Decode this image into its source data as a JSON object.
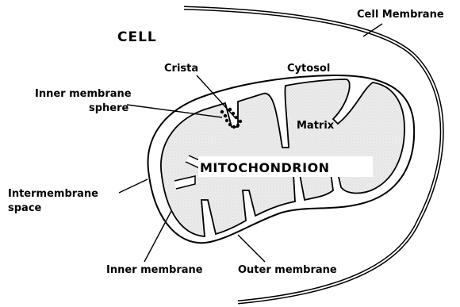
{
  "diagram": {
    "title": "CELL",
    "organelle_name": "MITOCHONDRION",
    "labels": {
      "cell_membrane": "Cell Membrane",
      "crista": "Crista",
      "cytosol": "Cytosol",
      "inner_membrane_sphere_line1": "Inner membrane",
      "inner_membrane_sphere_line2": "sphere",
      "matrix": "Matrix",
      "intermembrane_space_line1": "Intermembrane",
      "intermembrane_space_line2": "space",
      "inner_membrane": "Inner membrane",
      "outer_membrane": "Outer membrane"
    }
  }
}
